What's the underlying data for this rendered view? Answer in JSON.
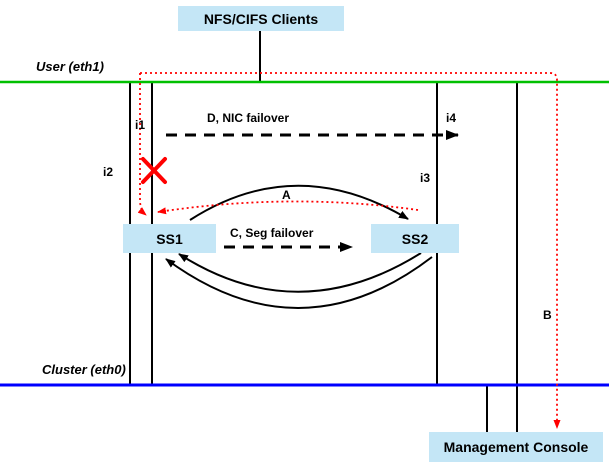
{
  "nodes": {
    "clients": {
      "label": "NFS/CIFS Clients"
    },
    "ss1": {
      "label": "SS1"
    },
    "ss2": {
      "label": "SS2"
    },
    "management_console": {
      "label": "Management Console"
    }
  },
  "networks": {
    "user": {
      "label": "User (eth1)",
      "color": "#00c000"
    },
    "cluster": {
      "label": "Cluster (eth0)",
      "color": "#0000ff"
    }
  },
  "interfaces": {
    "i1": "i1",
    "i2": "i2",
    "i3": "i3",
    "i4": "i4"
  },
  "flows": {
    "a": {
      "label": "A",
      "color": "#ff0000"
    },
    "b": {
      "label": "B",
      "color": "#ff0000"
    },
    "c": {
      "label": "C, Seg failover"
    },
    "d": {
      "label": "D, NIC failover"
    }
  },
  "colors": {
    "node_fill": "#c4e6f6",
    "line": "#000000",
    "failover_red": "#ff0000"
  }
}
